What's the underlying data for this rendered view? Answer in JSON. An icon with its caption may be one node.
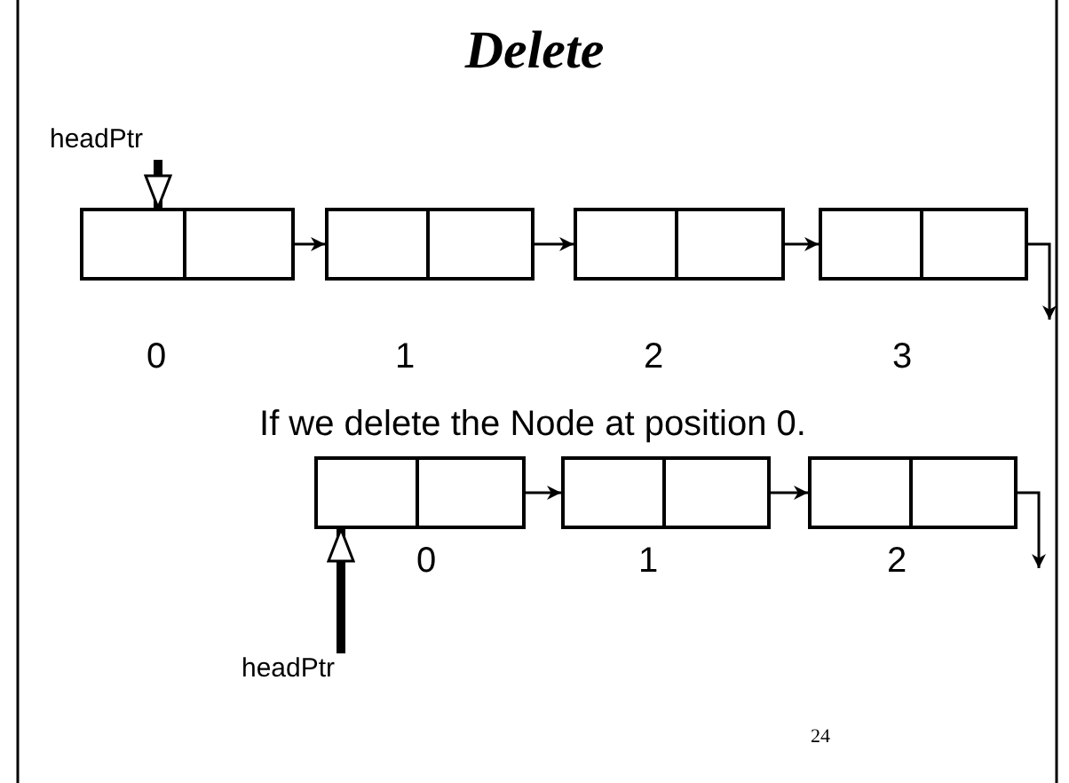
{
  "diagram": {
    "title": "Delete",
    "nodes": [
      {
        "text": [
          "headPtr"
        ]
      },
      {
        "text": [],
        "shape": "box"
      },
      {
        "text": [],
        "shape": "box"
      },
      {
        "text": [],
        "shape": "box"
      },
      {
        "text": [],
        "shape": "box"
      },
      {
        "text": [],
        "shape": "box"
      },
      {
        "text": [],
        "shape": "box"
      },
      {
        "text": [],
        "shape": "box"
      },
      {
        "text": [
          "headPtr"
        ]
      }
    ],
    "edges": [
      {
        "from": 0,
        "to": 1,
        "arrow": "to",
        "style": "thick"
      },
      {
        "from": 1,
        "to": 2,
        "arrow": "to"
      },
      {
        "from": 2,
        "to": 3,
        "arrow": "to"
      },
      {
        "from": 3,
        "to": 4,
        "arrow": "to"
      },
      {
        "from": 4,
        "to": null,
        "arrow": "to"
      },
      {
        "from": 5,
        "to": 6,
        "arrow": "to"
      },
      {
        "from": 6,
        "to": 7,
        "arrow": "to"
      },
      {
        "from": 7,
        "to": null,
        "arrow": "to"
      },
      {
        "from": 8,
        "to": 5,
        "arrow": "to",
        "style": "thick"
      }
    ],
    "labels": [
      "0",
      "1",
      "2",
      "3",
      "If we delete the Node at position 0.",
      "0",
      "1",
      "2",
      "24"
    ]
  }
}
